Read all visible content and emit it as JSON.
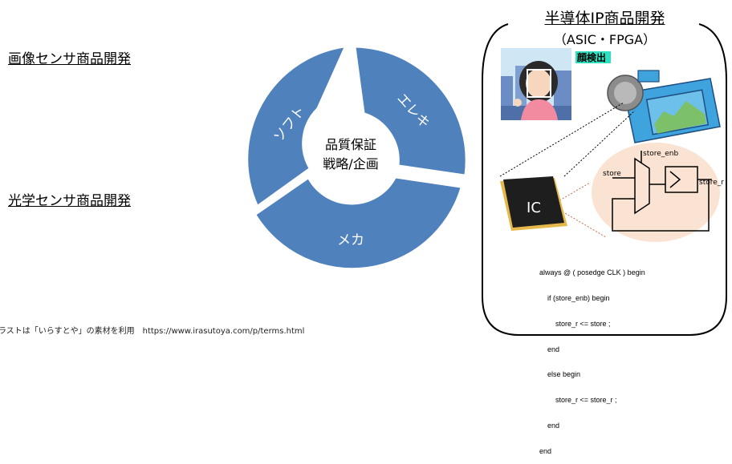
{
  "left_labels": {
    "image_sensor": "画像センサ商品開発",
    "optical_sensor": "光学センサ商品開発"
  },
  "ring": {
    "center_line1": "品質保証",
    "center_line2": "戦略/企画",
    "segments": [
      "ソフト",
      "エレキ",
      "メカ"
    ],
    "segment_color": "#4f81bd"
  },
  "panel": {
    "title": "半導体IP商品開発",
    "subtitle": "（ASIC・FPGA）",
    "face_detect_label": "顔検出",
    "face_detect_color": "#2de0c0",
    "chip_label": "IC",
    "signals": {
      "enable": "store_enb",
      "input": "store",
      "output": "store_r"
    },
    "code_lines": [
      "always @ ( posedge CLK ) begin",
      "    if (store_enb) begin",
      "        store_r <= store ;",
      "    end",
      "    else begin",
      "        store_r <= store_r ;",
      "    end",
      "end"
    ]
  },
  "footer": {
    "credit": "イラストは「いらすとや」の素材を利用　https://www.irasutoya.com/p/terms.html"
  }
}
